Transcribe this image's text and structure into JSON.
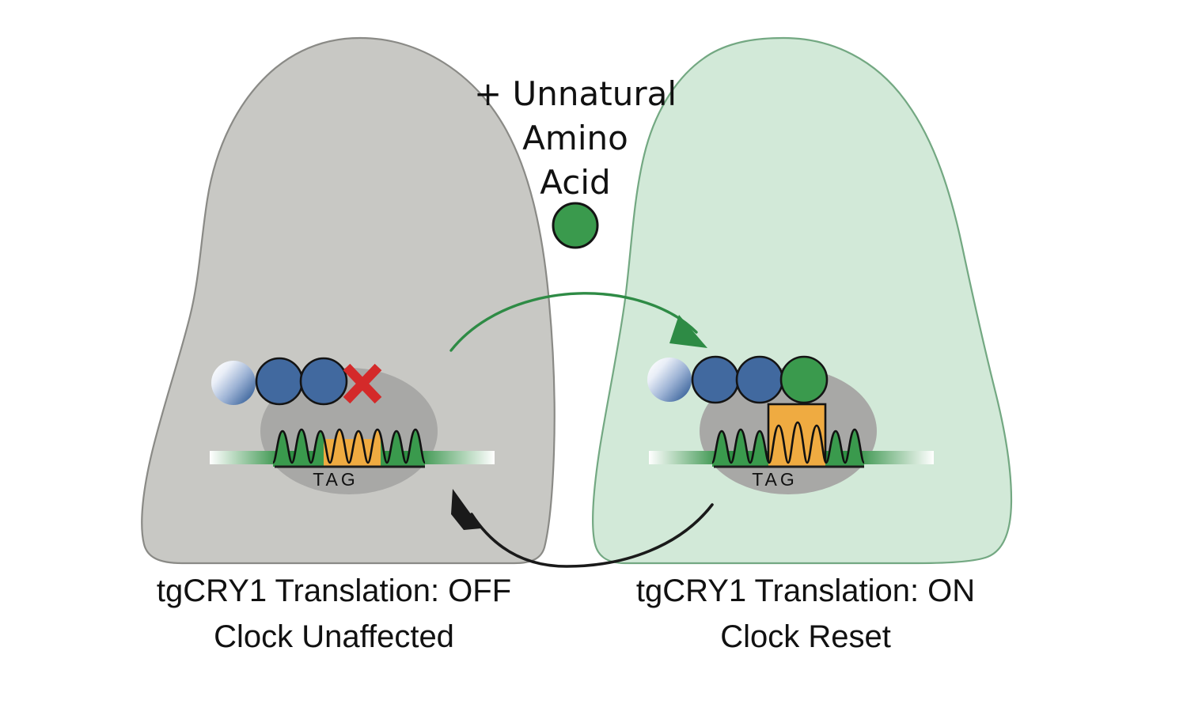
{
  "figure": {
    "title_lines": [
      "+ Unnatural",
      "Amino",
      "Acid"
    ],
    "colors": {
      "cell_off_fill": "#c8c8c4",
      "cell_off_stroke": "#8a8a86",
      "cell_on_fill": "#d2e9d8",
      "cell_on_stroke": "#73a882",
      "ribosome_fill": "#a8a8a6",
      "mrna_green": "#3a9a4d",
      "codon_orange": "#efab41",
      "amino_blue": "#41699f",
      "amino_green": "#3a9a4d",
      "x_red": "#d42a2a",
      "arrow_green": "#2e8b45",
      "arrow_black": "#1a1a1a",
      "outline_dark": "#141414"
    }
  },
  "unnatural_amino_acid": {
    "icon": "green-circle-icon",
    "label": "Unnatural Amino Acid"
  },
  "arrows": {
    "uptake_arrow": {
      "name": "green-uptake-arrow",
      "direction": "left-to-right",
      "color": "#2e8b45"
    },
    "feedback_arrow": {
      "name": "black-feedback-arrow",
      "direction": "right-to-left",
      "color": "#1a1a1a"
    }
  },
  "panels": [
    {
      "id": "off",
      "cell_name": "cell-translation-off",
      "state": "OFF",
      "ribosome_label": "ribosome",
      "codon": "TAG",
      "codon_label": "TAG",
      "peptide_chain": [
        {
          "type": "gradient",
          "color": "#41699f"
        },
        {
          "type": "solid",
          "color": "#41699f"
        },
        {
          "type": "solid",
          "color": "#41699f"
        }
      ],
      "terminator": {
        "name": "red-x-icon",
        "symbol": "X",
        "color": "#d42a2a"
      },
      "has_unnatural_residue": false,
      "stalled": true,
      "caption": [
        "tgCRY1 Translation: OFF",
        "Clock Unaffected"
      ]
    },
    {
      "id": "on",
      "cell_name": "cell-translation-on",
      "state": "ON",
      "ribosome_label": "ribosome",
      "codon": "TAG",
      "codon_label": "TAG",
      "peptide_chain": [
        {
          "type": "gradient",
          "color": "#41699f"
        },
        {
          "type": "solid",
          "color": "#41699f"
        },
        {
          "type": "solid",
          "color": "#41699f"
        },
        {
          "type": "solid",
          "color": "#3a9a4d"
        }
      ],
      "terminator": null,
      "has_unnatural_residue": true,
      "stalled": false,
      "caption": [
        "tgCRY1 Translation: ON",
        "Clock Reset"
      ]
    }
  ]
}
